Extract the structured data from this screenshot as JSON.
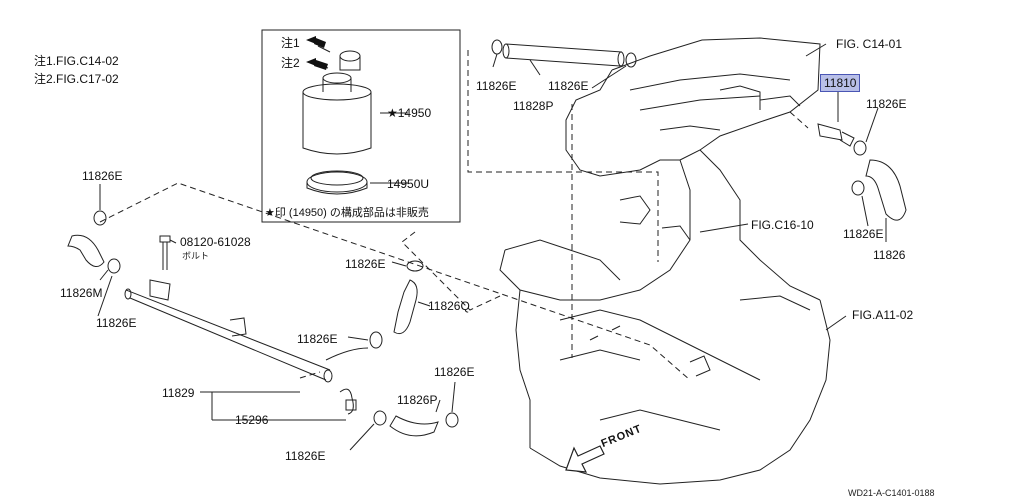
{
  "notes": [
    "注1.FIG.C14-02",
    "注2.FIG.C17-02"
  ],
  "inset": {
    "note1": "注1",
    "note2": "注2",
    "part_canister": "★14950",
    "part_cap": "14950U",
    "footer": "★印 (14950) の構成部品は非販売"
  },
  "parts": {
    "hose_top": "11828P",
    "clamp_top_left": "11826E",
    "clamp_top_right": "11826E",
    "fig_c14_01": "FIG. C14-01",
    "valve": "11810",
    "clamp_right_1": "11826E",
    "clamp_right_2": "11826E",
    "hose_right": "11826",
    "fig_c16_10": "FIG.C16-10",
    "fig_a11_02": "FIG.A11-02",
    "clamp_left_top": "11826E",
    "hose_left": "11826M",
    "clamp_left_bottom": "11826E",
    "bolt": "08120-61028",
    "bolt_sub": "ボルト",
    "clamp_mid_1": "11826E",
    "hose_mid": "11826Q",
    "clamp_mid_2": "11826E",
    "pipe": "11829",
    "spring_clamp": "15296",
    "clamp_bottom_left": "11826E",
    "hose_bottom": "11826P",
    "clamp_bottom_right": "11826E",
    "front": "FRONT",
    "code": "WD21-A-C1401-0188"
  },
  "colors": {
    "highlight": "#b8bfe8",
    "highlight_border": "#4a56b4",
    "line": "#222222"
  }
}
